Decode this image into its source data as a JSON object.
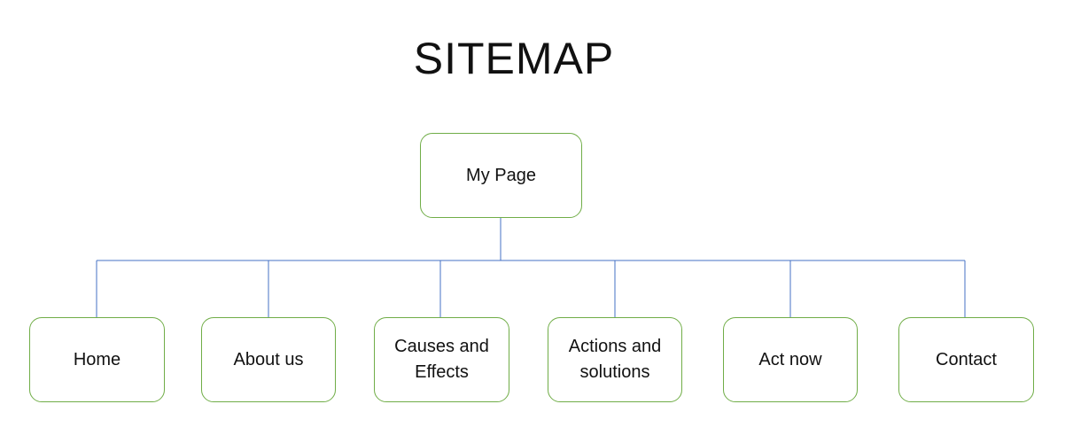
{
  "sitemap": {
    "title": "SITEMAP",
    "root": "My Page",
    "children": [
      "Home",
      "About us",
      "Causes and Effects",
      "Actions and solutions",
      "Act now",
      "Contact"
    ]
  },
  "colors": {
    "box_border": "#70ad47",
    "connector": "#4472c4",
    "text": "#111111"
  }
}
